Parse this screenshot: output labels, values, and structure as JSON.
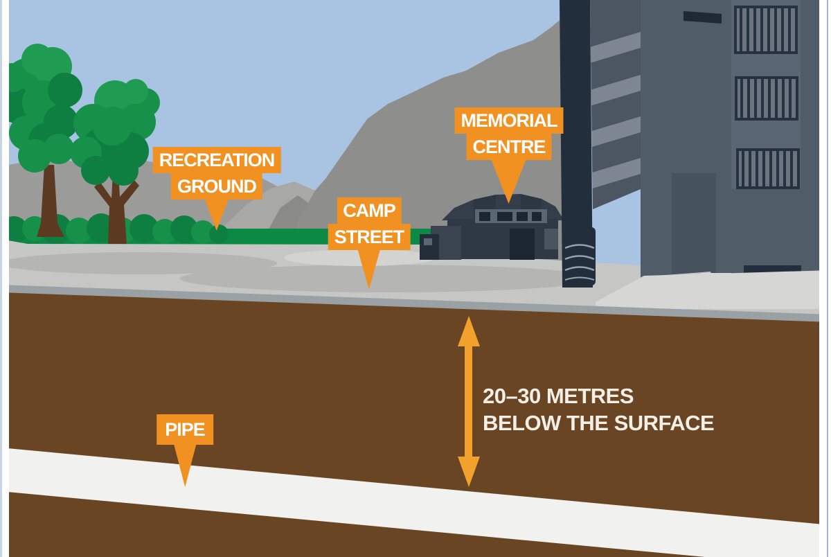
{
  "callouts": {
    "recreation_ground": {
      "line1": "RECREATION",
      "line2": "GROUND"
    },
    "camp_street": {
      "line1": "CAMP",
      "line2": "STREET"
    },
    "memorial_centre": {
      "line1": "MEMORIAL",
      "line2": "CENTRE"
    },
    "pipe": {
      "label": "PIPE"
    }
  },
  "depth_annotation": {
    "line1": "20–30 METRES",
    "line2": "BELOW THE SURFACE"
  },
  "palette": {
    "orange": "#F09122",
    "arrow": "#F2A12C",
    "sky": "#A9C4E3",
    "hill": "#8E8E8C",
    "hill_light": "#A8A8A6",
    "hill_mid": "#9B9B99",
    "hill_shadow": "#8A8A88",
    "foliage_dark": "#0F7E41",
    "foliage_mid": "#17914A",
    "foliage_light": "#1F9C52",
    "trunk": "#5C3A22",
    "hedge": "#0C8A45",
    "road": "#C6C6C4",
    "road_shade": "#B5B5B3",
    "road_light": "#D3D3D1",
    "sidewalk": "#D6D6D4",
    "curb": "#99A1A5",
    "soil": "#6A4523",
    "pipe": "#F1F1EF",
    "navy": "#222E3C",
    "slate": "#515C69",
    "slate_side": "#4C5663",
    "band_light": "#7E8791",
    "facade_light": "#5B6674",
    "facade_shade": "#47525F",
    "window_gap": "#6B7380",
    "window_dark": "#26323F",
    "dark_bar": "#1E2935",
    "memorial_roof": "#333E4A",
    "memorial_roof_dark": "#2C3743",
    "memorial_body": "#2E3945",
    "memorial_panel": "#5A6672",
    "memorial_dark": "#1B2631",
    "memorial_annex": "#3A4450",
    "memorial_annex_dark": "#232E3A",
    "memorial_side": "#49545F",
    "barrel_line": "#97A1AC",
    "cream_text": "#F4EFE7",
    "border_white": "#FFFFFF",
    "border_blue": "#9FB8D6",
    "border_blue_light": "#C9D5E3"
  }
}
